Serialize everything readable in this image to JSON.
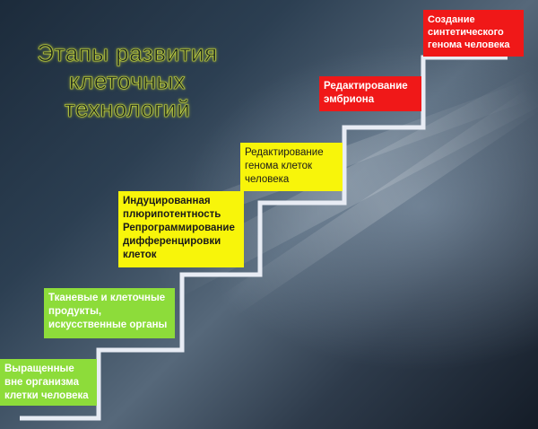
{
  "title": {
    "lines": [
      "Этапы развития",
      "клеточных",
      "технологий"
    ]
  },
  "steps": [
    {
      "lines": [
        "Выращенные",
        "вне организма",
        "клетки человека"
      ],
      "color": "#8ddc3a"
    },
    {
      "lines": [
        "Тканевые и клеточные",
        "продукты,",
        "искусственные органы"
      ],
      "color": "#8ddc3a"
    },
    {
      "lines": [
        "Индуцированная",
        "плюрипотентность",
        "Репрограммирование",
        "дифференцировки",
        "клеток"
      ],
      "color": "#f8f50a"
    },
    {
      "lines": [
        "Редактирование",
        "генома клеток",
        "человека"
      ],
      "color": "#f8f50a"
    },
    {
      "lines": [
        "Редактирование",
        "эмбриона"
      ],
      "color": "#f01818"
    },
    {
      "lines": [
        "Создание",
        "синтетического",
        "генома человека"
      ],
      "color": "#f01818"
    }
  ]
}
